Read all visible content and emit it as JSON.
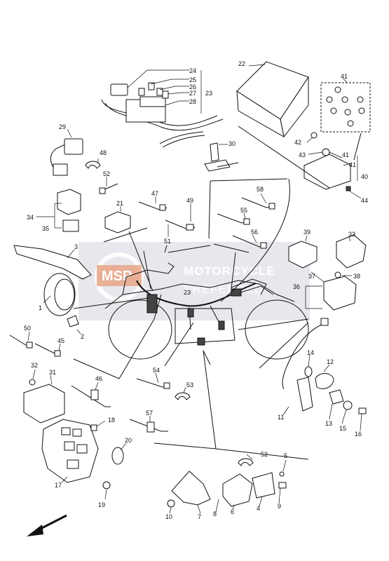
{
  "diagram": {
    "type": "exploded-parts-diagram",
    "watermark": {
      "line1": "MOTORCYCLE",
      "line2": "PREFERRED",
      "logo": "MSP"
    },
    "colors": {
      "ink": "#111111",
      "watermark": "#c9ccd6",
      "watermark_accent": "#e8a080"
    },
    "callouts": {
      "c1": "1",
      "c2": "2",
      "c3": "3",
      "c4": "4",
      "c5": "5",
      "c6": "6",
      "c7": "7",
      "c8": "8",
      "c9": "9",
      "c10": "10",
      "c11": "11",
      "c12": "12",
      "c13": "13",
      "c14": "14",
      "c15": "15",
      "c16": "16",
      "c17": "17",
      "c18": "18",
      "c19": "19",
      "c20": "20",
      "c21": "21",
      "c22": "22",
      "c23a": "23",
      "c23b": "23",
      "c24": "24",
      "c25": "25",
      "c26": "26",
      "c27": "27",
      "c28": "28",
      "c29": "29",
      "c30": "30",
      "c31": "31",
      "c32": "32",
      "c33": "33",
      "c34": "34",
      "c35": "35",
      "c36": "36",
      "c37": "37",
      "c38": "38",
      "c39": "39",
      "c40": "40",
      "c41a": "41",
      "c41b": "41",
      "c41c": "41",
      "c42": "42",
      "c43": "43",
      "c44": "44",
      "c45": "45",
      "c46": "46",
      "c47": "47",
      "c48": "48",
      "c49": "49",
      "c50": "50",
      "c51": "51",
      "c52a": "52",
      "c52b": "52",
      "c53": "53",
      "c54": "54",
      "c55": "55",
      "c56": "56",
      "c57": "57",
      "c58": "58"
    }
  }
}
